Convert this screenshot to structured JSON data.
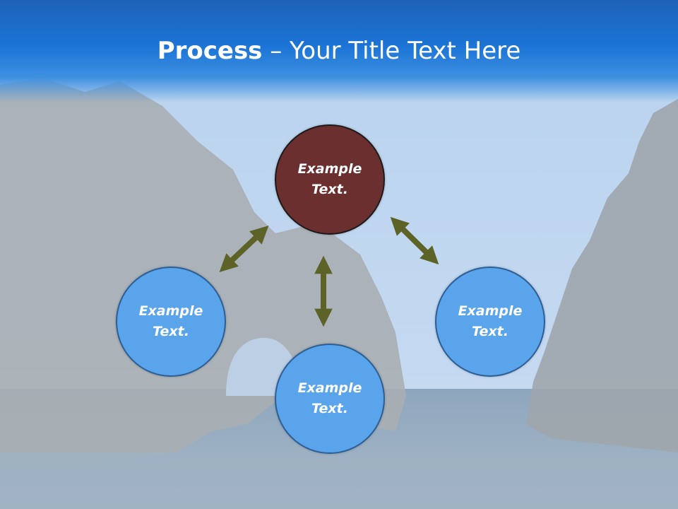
{
  "slide": {
    "title_bold": "Process",
    "title_rest": " – Your Title Text Here"
  },
  "diagram": {
    "nodes": [
      {
        "id": "top",
        "label": "Example Text.",
        "style": "primary"
      },
      {
        "id": "left",
        "label": "Example Text.",
        "style": "secondary"
      },
      {
        "id": "bottom",
        "label": "Example Text.",
        "style": "secondary"
      },
      {
        "id": "right",
        "label": "Example Text.",
        "style": "secondary"
      }
    ],
    "connectors": [
      {
        "from": "top",
        "to": "left",
        "type": "double-arrow"
      },
      {
        "from": "top",
        "to": "right",
        "type": "double-arrow"
      },
      {
        "from": "top",
        "to": "bottom",
        "type": "double-arrow"
      }
    ],
    "colors": {
      "primary_node": "#6b2f2f",
      "secondary_node": "#5aa4ec",
      "node_border": "#2d5f96",
      "arrow": "#5d6327",
      "title_bar": "#1b74d6"
    }
  }
}
